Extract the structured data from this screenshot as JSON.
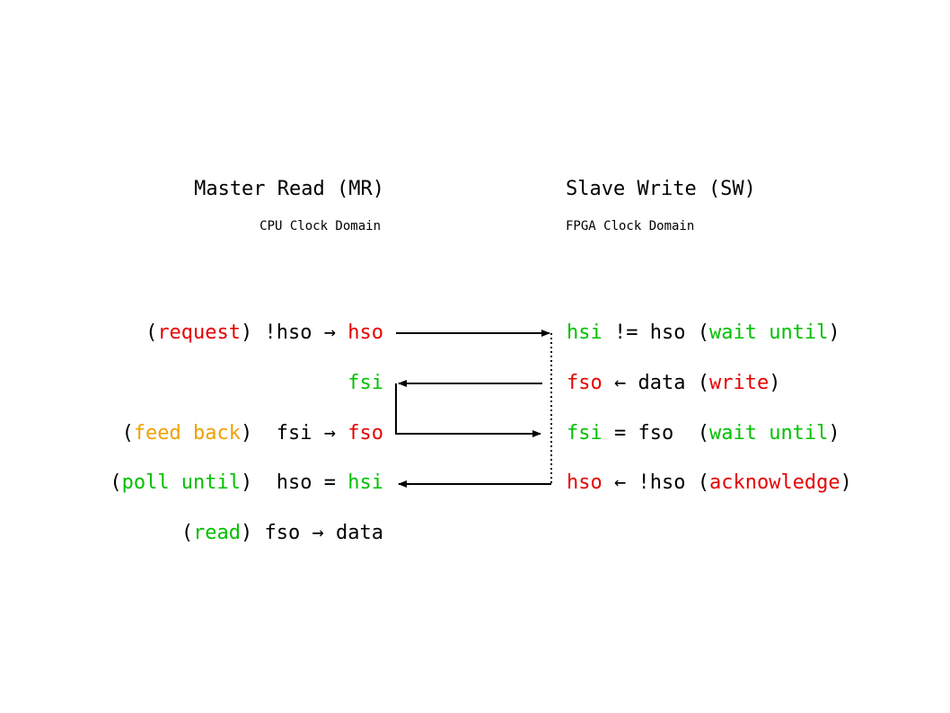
{
  "master": {
    "title": "Master Read (MR)",
    "subtitle": "CPU Clock Domain",
    "rows": [
      [
        {
          "text": "(",
          "color": "black"
        },
        {
          "text": "request",
          "color": "red"
        },
        {
          "text": ") !hso → ",
          "color": "black"
        },
        {
          "text": "hso",
          "color": "red"
        }
      ],
      [
        {
          "text": "fsi",
          "color": "green"
        }
      ],
      [
        {
          "text": "(",
          "color": "black"
        },
        {
          "text": "feed back",
          "color": "orange"
        },
        {
          "text": ")  fsi → ",
          "color": "black"
        },
        {
          "text": "fso",
          "color": "red"
        }
      ],
      [
        {
          "text": "(",
          "color": "black"
        },
        {
          "text": "poll until",
          "color": "green"
        },
        {
          "text": ")  hso = ",
          "color": "black"
        },
        {
          "text": "hsi",
          "color": "green"
        }
      ],
      [
        {
          "text": "(",
          "color": "black"
        },
        {
          "text": "read",
          "color": "green"
        },
        {
          "text": ") fso → data",
          "color": "black"
        }
      ]
    ]
  },
  "slave": {
    "title": "Slave Write (SW)",
    "subtitle": "FPGA Clock Domain",
    "rows": [
      [
        {
          "text": "hsi",
          "color": "green"
        },
        {
          "text": " != hso (",
          "color": "black"
        },
        {
          "text": "wait until",
          "color": "green"
        },
        {
          "text": ")",
          "color": "black"
        }
      ],
      [
        {
          "text": "fso",
          "color": "red"
        },
        {
          "text": " ← data (",
          "color": "black"
        },
        {
          "text": "write",
          "color": "red"
        },
        {
          "text": ")",
          "color": "black"
        }
      ],
      [
        {
          "text": "fsi",
          "color": "green"
        },
        {
          "text": " = fso  (",
          "color": "black"
        },
        {
          "text": "wait until",
          "color": "green"
        },
        {
          "text": ")",
          "color": "black"
        }
      ],
      [
        {
          "text": "hso",
          "color": "red"
        },
        {
          "text": " ← !hso (",
          "color": "black"
        },
        {
          "text": "acknowledge",
          "color": "red"
        },
        {
          "text": ")",
          "color": "black"
        }
      ]
    ]
  }
}
